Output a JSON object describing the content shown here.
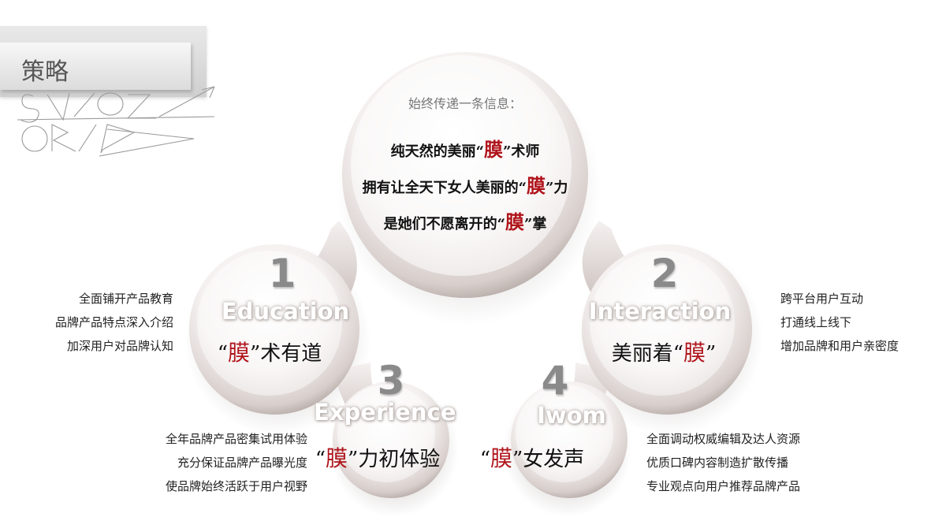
{
  "page": {
    "title": "策略"
  },
  "center": {
    "heading": "始终传递一条信息：",
    "lines": [
      {
        "pre": "纯天然的美丽“",
        "mo": "膜",
        "post": "”术师"
      },
      {
        "pre": "拥有让全天下女人美丽的“",
        "mo": "膜",
        "post": "”力"
      },
      {
        "pre": "是她们不愿离开的“",
        "mo": "膜",
        "post": "”掌"
      }
    ]
  },
  "items": [
    {
      "number": "1",
      "english": "Education",
      "slogan": {
        "pre": "“",
        "mo": "膜",
        "post": "”术有道"
      },
      "points": [
        "全面铺开产品教育",
        "品牌产品特点深入介绍",
        "加深用户对品牌认知"
      ]
    },
    {
      "number": "2",
      "english": "Interaction",
      "slogan": {
        "pre": "美丽着“",
        "mo": "膜",
        "post": "”"
      },
      "points": [
        "跨平台用户互动",
        "打通线上线下",
        "增加品牌和用户亲密度"
      ]
    },
    {
      "number": "3",
      "english": "Experience",
      "slogan": {
        "pre": "“",
        "mo": "膜",
        "post": "”力初体验"
      },
      "points": [
        "全年品牌产品密集试用体验",
        "充分保证品牌产品曝光度",
        "使品牌始终活跃于用户视野"
      ]
    },
    {
      "number": "4",
      "english": "Iwom",
      "slogan": {
        "pre": "“",
        "mo": "膜",
        "post": "”女发声"
      },
      "points": [
        "全面调动权威编辑及达人资源",
        "优质口碑内容制造扩散传播",
        "专业观点向用户推荐品牌产品"
      ]
    }
  ],
  "colors": {
    "accent_red": "#b0141b",
    "circle_fill": "#f7f3f2",
    "circle_edge": "#b6a9a5"
  }
}
